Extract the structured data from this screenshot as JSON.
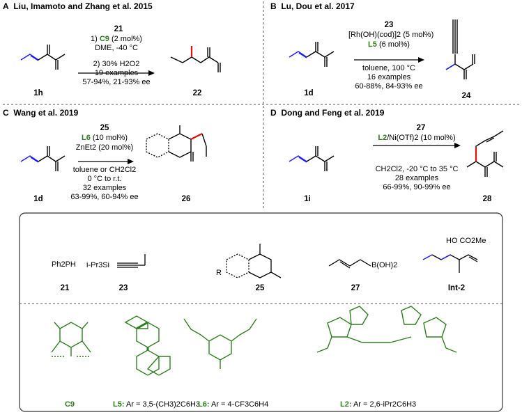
{
  "panels": {
    "A": {
      "letter": "A",
      "title": "Liu, Imamoto and Zhang et al. 2015",
      "reagent_num": "21",
      "step1_pre": "1)",
      "step1_cat": "C9",
      "step1_post": "(2 mol%)",
      "step1b": "DME, -40 °C",
      "step2": "2) 30% H2O2",
      "examples": "19 examples",
      "yields": "57-94%, 21-93% ee",
      "sm_label": "1h",
      "prod_label": "22"
    },
    "B": {
      "letter": "B",
      "title": "Lu, Dou et al. 2017",
      "reagent_num": "23",
      "cat": "[Rh(OH)(cod)]2 (5 mol%)",
      "ligand": "L5",
      "ligand_post": "(6 mol%)",
      "solvent": "toluene, 100 °C",
      "examples": "16 examples",
      "yields": "60-88%, 84-93% ee",
      "sm_label": "1d",
      "prod_label": "24"
    },
    "C": {
      "letter": "C",
      "title": "Wang et al. 2019",
      "reagent_num": "25",
      "ligand": "L6",
      "ligand_post": "(10 mol%)",
      "zn": "ZnEt2 (20 mol%)",
      "solvent": "toluene or CH2Cl2",
      "temp": "0 °C to r.t.",
      "examples": "32 examples",
      "yields": "63-99%, 60-94% ee",
      "sm_label": "1d",
      "prod_label": "26"
    },
    "D": {
      "letter": "D",
      "title": "Dong and Feng et al. 2019",
      "reagent_num": "27",
      "cat_ligand": "L2",
      "cat_post": "/Ni(OTf)2 (10 mol%)",
      "solvent": "CH2Cl2, -20 °C to 35 °C",
      "examples": "28 examples",
      "yields": "66-99%, 90-99% ee",
      "sm_label": "1i",
      "prod_label": "28"
    }
  },
  "box": {
    "reagents": [
      {
        "id": "21",
        "formula": "Ph2PH"
      },
      {
        "id": "23",
        "formula": "i-Pr3Si"
      },
      {
        "id": "25",
        "formula": "R"
      },
      {
        "id": "27",
        "formula": "B(OH)2"
      },
      {
        "id": "Int-2",
        "formula": "HO CO2Me"
      }
    ],
    "ligands": [
      {
        "id": "C9",
        "caption": ""
      },
      {
        "id": "L5",
        "caption": "Ar = 3,5-(CH3)2C6H3"
      },
      {
        "id": "L6",
        "caption": "Ar = 4-CF3C6H4"
      },
      {
        "id": "L2",
        "caption": "Ar = 2,6-iPr2C6H3"
      }
    ]
  },
  "colors": {
    "substrate": "#1a1aff",
    "ligand": "#2e7d1e",
    "stereo": "#e01010"
  }
}
